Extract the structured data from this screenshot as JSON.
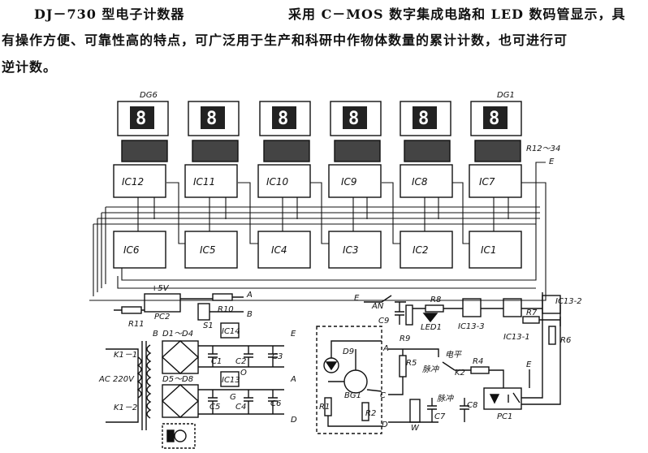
{
  "header": {
    "title": "DJ－730 型电子计数器",
    "para1": "采用 C－MOS 数字集成电路和 LED 数码管显示，具",
    "para2": "有操作方便、可靠性高的特点，可广泛用于生产和科研中作物体数量的累计计数，也可进行可",
    "para3": "逆计数。"
  },
  "diagram": {
    "display_labels": [
      "DG6",
      "DG1"
    ],
    "digits": [
      "8",
      "8",
      "8",
      "8",
      "8",
      "8"
    ],
    "decoder_ics": [
      "IC12",
      "IC11",
      "IC10",
      "IC9",
      "IC8",
      "IC7"
    ],
    "counter_ics": [
      "IC6",
      "IC5",
      "IC4",
      "IC3",
      "IC2",
      "IC1"
    ],
    "resistor_array": "R12～34",
    "power_labels": {
      "plus5v": "+5V",
      "pc2": "PC2",
      "r11": "R11",
      "r10": "R10",
      "s1": "S1",
      "k1_1": "K1－1",
      "k1_2": "K1－2",
      "ac": "AC 220V",
      "b": "B",
      "d1d4": "D1～D4",
      "d5d8": "D5～D8",
      "ic14": "IC14",
      "ic13": "IC13",
      "c1": "C1",
      "c2": "C2",
      "c3": "C3",
      "c4": "C4",
      "c5": "C5",
      "c6": "C6",
      "g": "G",
      "o": "O"
    },
    "sensor_labels": {
      "d9": "D9",
      "bg1": "BG1",
      "r1": "R1",
      "r2": "R2",
      "r5": "R5",
      "w": "W",
      "c7": "C7",
      "c8": "C8",
      "r4": "R4",
      "k2": "K2",
      "dianping": "电平",
      "maichong": "脉冲",
      "pc1": "PC1",
      "an": "AN",
      "r8": "R8",
      "r9": "R9",
      "c9": "C9",
      "led1": "LED1",
      "r7": "R7",
      "r6": "R6",
      "ic13_1": "IC13-1",
      "ic13_2": "IC13-2",
      "ic13_3": "IC13-3"
    },
    "terminals": [
      "A",
      "B",
      "C",
      "D",
      "E"
    ]
  }
}
